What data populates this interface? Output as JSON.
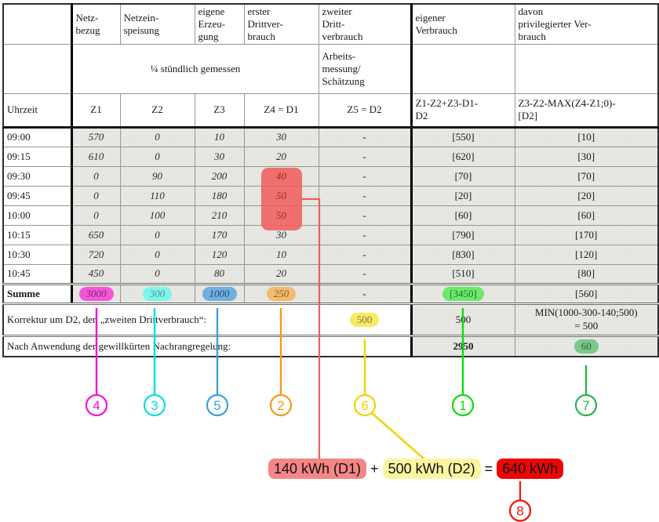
{
  "table": {
    "header": {
      "r1": [
        "",
        "Netz-\nbezug",
        "Netzein-\nspeisung",
        "eigene\nErzeu-\ngung",
        "erster\nDrittver-\nbrauch",
        "zweiter\nDritt-\nverbrauch",
        "eigener\nVerbrauch",
        "davon\nprivilegierter Ver-\nbrauch"
      ],
      "r2": {
        "measured": "¼ stündlich gemessen",
        "arbeitsmessung": "Arbeits-\nmessung/\nSchätzung"
      },
      "r3": [
        "Uhrzeit",
        "Z1",
        "Z2",
        "Z3",
        "Z4 = D1",
        "Z5 = D2",
        "Z1-Z2+Z3-D1-\nD2",
        "Z3-Z2-MAX(Z4-Z1;0)-\n[D2]"
      ]
    },
    "rows": [
      {
        "cells": [
          "09:00",
          "570",
          "0",
          "10",
          "30",
          "-",
          "[550]",
          "[10]"
        ]
      },
      {
        "cells": [
          "09:15",
          "610",
          "0",
          "30",
          "20",
          "-",
          "[620]",
          "[30]"
        ]
      },
      {
        "cells": [
          "09:30",
          "0",
          "90",
          "200",
          "40",
          "-",
          "[70]",
          "[70]"
        ]
      },
      {
        "cells": [
          "09:45",
          "0",
          "110",
          "180",
          "50",
          "-",
          "[20]",
          "[20]"
        ]
      },
      {
        "cells": [
          "10:00",
          "0",
          "100",
          "210",
          "50",
          "-",
          "[60]",
          "[60]"
        ]
      },
      {
        "cells": [
          "10:15",
          "650",
          "0",
          "170",
          "30",
          "-",
          "[790]",
          "[170]"
        ]
      },
      {
        "cells": [
          "10:30",
          "720",
          "0",
          "120",
          "10",
          "-",
          "[830]",
          "[120]"
        ]
      },
      {
        "cells": [
          "10:45",
          "450",
          "0",
          "80",
          "20",
          "-",
          "[510]",
          "[80]"
        ]
      }
    ],
    "summe": {
      "label": "Summe",
      "z1": "3000",
      "z2": "300",
      "z3": "1000",
      "z4": "250",
      "z5": "-",
      "eigener": "[3450]",
      "davon": "[560]"
    },
    "korrektur": {
      "label": "Korrektur um D2, den „zweiten Drittverbrauch“:",
      "z5": "500",
      "eigener": "500",
      "davon": "MIN(1000-300-140;500)\n= 500"
    },
    "nachrang": {
      "label": "Nach Anwendung der gewillkürten Nachrangregelung:",
      "eigener": "2950",
      "davon": "60"
    }
  },
  "annotations": {
    "circles": [
      {
        "n": "4",
        "color": "#ee16d8"
      },
      {
        "n": "3",
        "color": "#0cdede"
      },
      {
        "n": "5",
        "color": "#3e9ede"
      },
      {
        "n": "2",
        "color": "#f59a1c"
      },
      {
        "n": "6",
        "color": "#f0d400"
      },
      {
        "n": "1",
        "color": "#0ddd0d"
      },
      {
        "n": "7",
        "color": "#2eb34d"
      }
    ],
    "result_circle": {
      "n": "8",
      "color": "#ee1111"
    },
    "highlight_color": "#f15b5b",
    "badge_colors": {
      "z1": {
        "bg": "#f357d9",
        "fg": "#7c2a6d"
      },
      "z2": {
        "bg": "#7ef4ed",
        "fg": "#4e9496"
      },
      "z3": {
        "bg": "#73aede",
        "fg": "#1f4e79"
      },
      "z4": {
        "bg": "#f1bc71",
        "fg": "#8d5a1e"
      },
      "eigener": {
        "bg": "#6ce96c",
        "fg": "#1c741c"
      },
      "korrektur_z5": {
        "bg": "#fbe963",
        "fg": "#77774a"
      },
      "nachrang_davon": {
        "bg": "#7cc78b",
        "fg": "#1d6b2d"
      }
    },
    "formula": {
      "part1": "140 kWh (D1)",
      "op": "+",
      "part2": "500 kWh (D2)",
      "eq": "=",
      "result": "640 kWh",
      "part1_bg": "#f58686",
      "part2_bg": "#fcf5a0",
      "result_bg": "#ee0505"
    }
  }
}
